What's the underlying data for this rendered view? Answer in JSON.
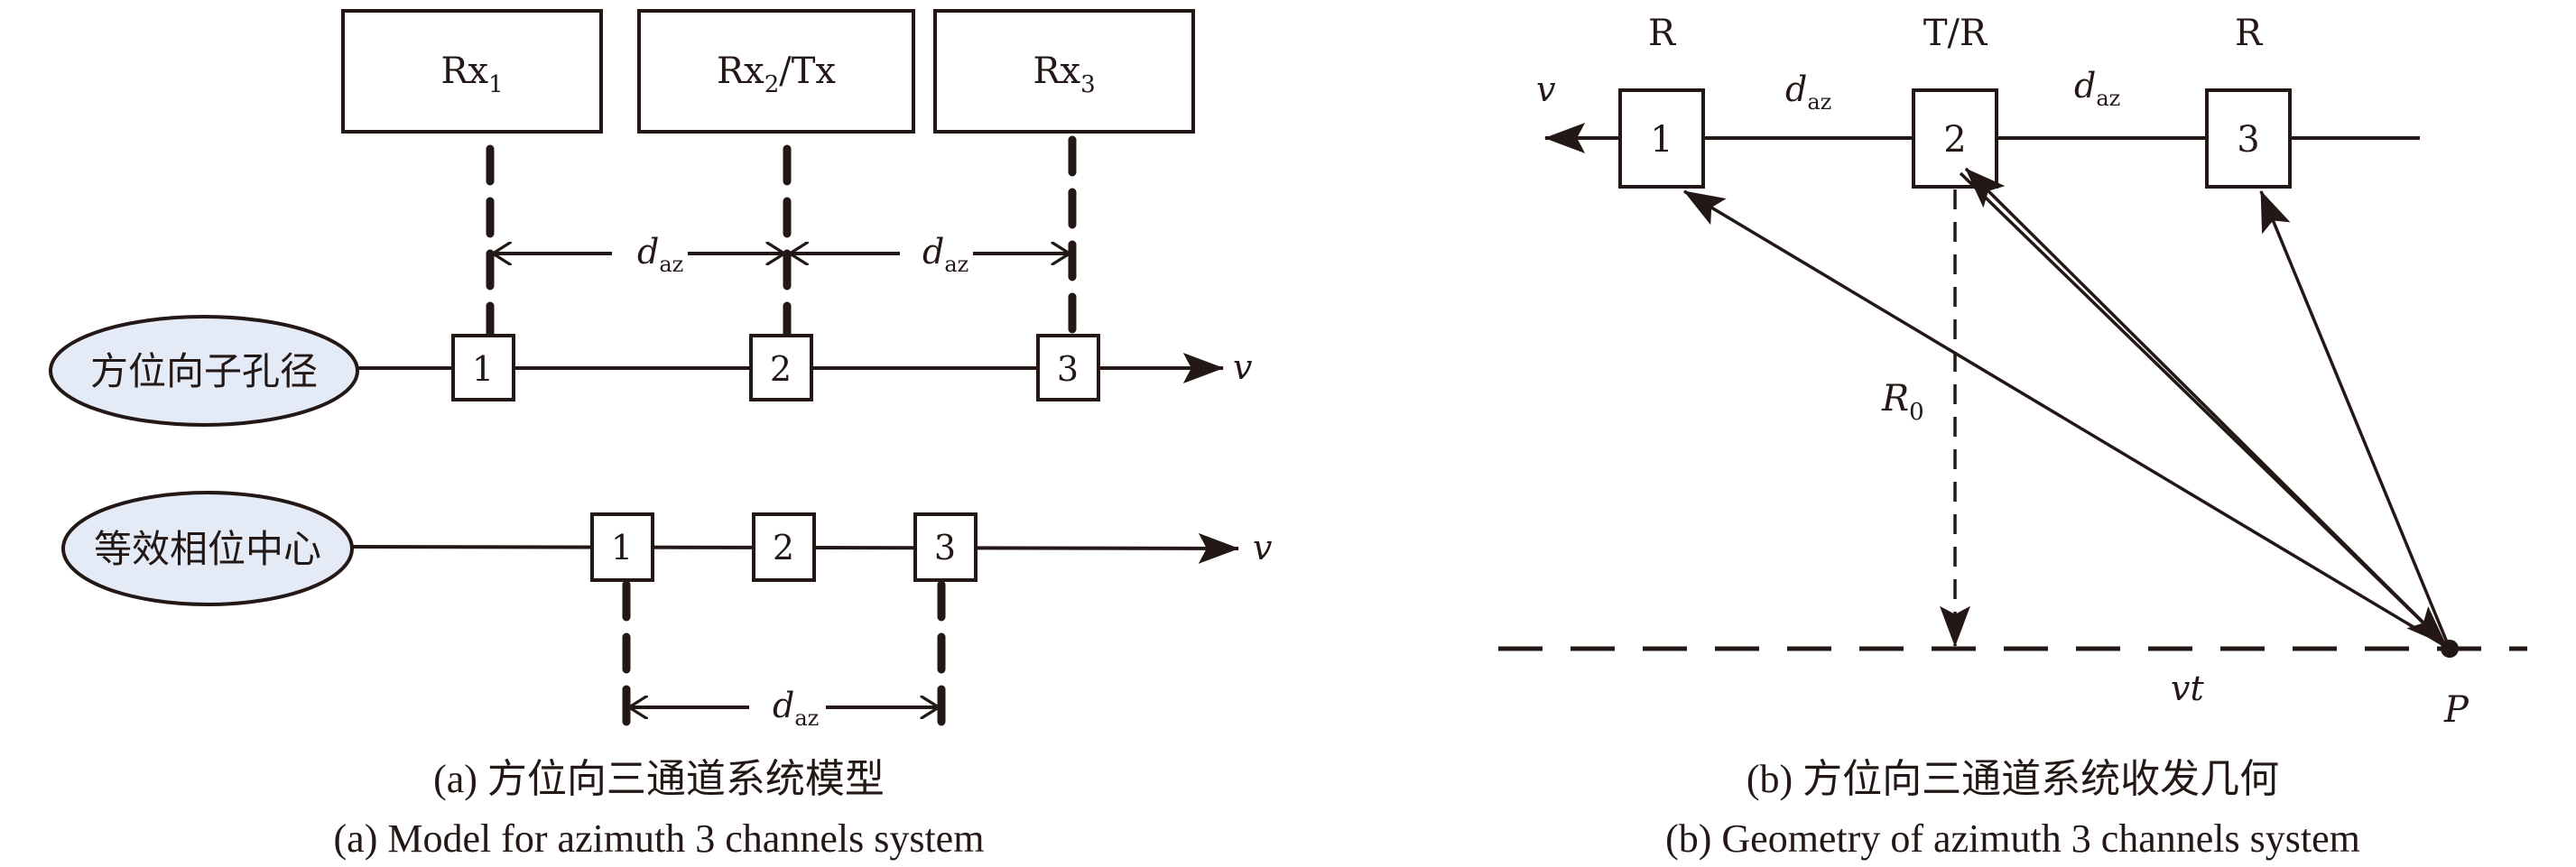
{
  "panel_a": {
    "tx_rx_boxes": [
      "Rx",
      "Rx",
      "Rx"
    ],
    "tx_rx_subscripts": [
      "1",
      "2",
      "3"
    ],
    "tx_suffix": "/Tx",
    "row1_label": "方位向子孔径",
    "row2_label": "等效相位中心",
    "channel_numbers": [
      "1",
      "2",
      "3"
    ],
    "spacing_label_main": "d",
    "spacing_label_sub": "az",
    "velocity_label": "v",
    "caption_cn": "(a) 方位向三通道系统模型",
    "caption_en": "(a) Model for azimuth 3 channels system"
  },
  "panel_b": {
    "role_labels": [
      "R",
      "T/R",
      "R"
    ],
    "channel_numbers": [
      "1",
      "2",
      "3"
    ],
    "spacing_label_main": "d",
    "spacing_label_sub": "az",
    "velocity_label": "v",
    "range_label_main": "R",
    "range_label_sub": "0",
    "displacement_label": "vt",
    "target_label": "P",
    "caption_cn": "(b) 方位向三通道系统收发几何",
    "caption_en": "(b) Geometry of azimuth 3 channels system"
  },
  "colors": {
    "ink": "#231815",
    "ellipse_fill": "#e4ebf6"
  }
}
